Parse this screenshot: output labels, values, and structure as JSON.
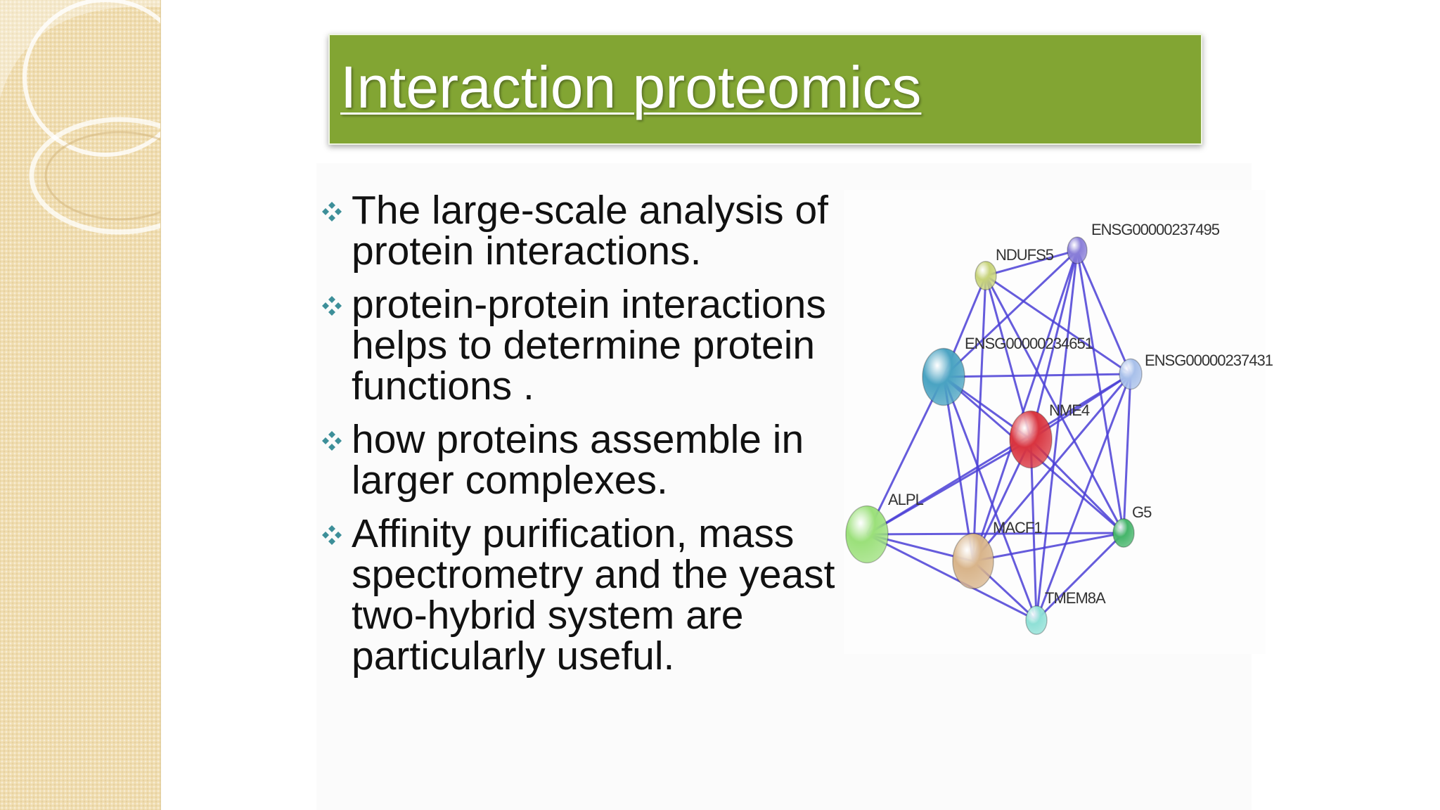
{
  "slide": {
    "title": "Interaction proteomics",
    "bullets": [
      "The large-scale analysis of\nprotein interactions.",
      "protein-protein interactions\nhelps to determine protein\nfunctions .",
      "how proteins assemble in\nlarger complexes.",
      "Affinity purification, mass\nspectrometry and the yeast\ntwo-hybrid system are\nparticularly useful."
    ],
    "bullet_icon": "diamond-bullet-icon",
    "colors": {
      "title_bar": "#82a533",
      "bullet": "#3d8f99",
      "network_edge": "#4b3fd6"
    }
  },
  "network": {
    "nodes": [
      {
        "label": "ENSG00000237495",
        "color": "#8a7fd8"
      },
      {
        "label": "NDUFS5",
        "color": "#c8d47a"
      },
      {
        "label": "ENSG00000234651",
        "color": "#4aa3c2"
      },
      {
        "label": "ENSG00000237431",
        "color": "#a8c0ea"
      },
      {
        "label": "NME4",
        "color": "#d9343f"
      },
      {
        "label": "ALPL",
        "color": "#9be07a"
      },
      {
        "label": "MACF1",
        "color": "#d8b48a"
      },
      {
        "label": "G5",
        "color": "#45b56a"
      },
      {
        "label": "TMEM8A",
        "color": "#8fe0d6"
      }
    ]
  }
}
